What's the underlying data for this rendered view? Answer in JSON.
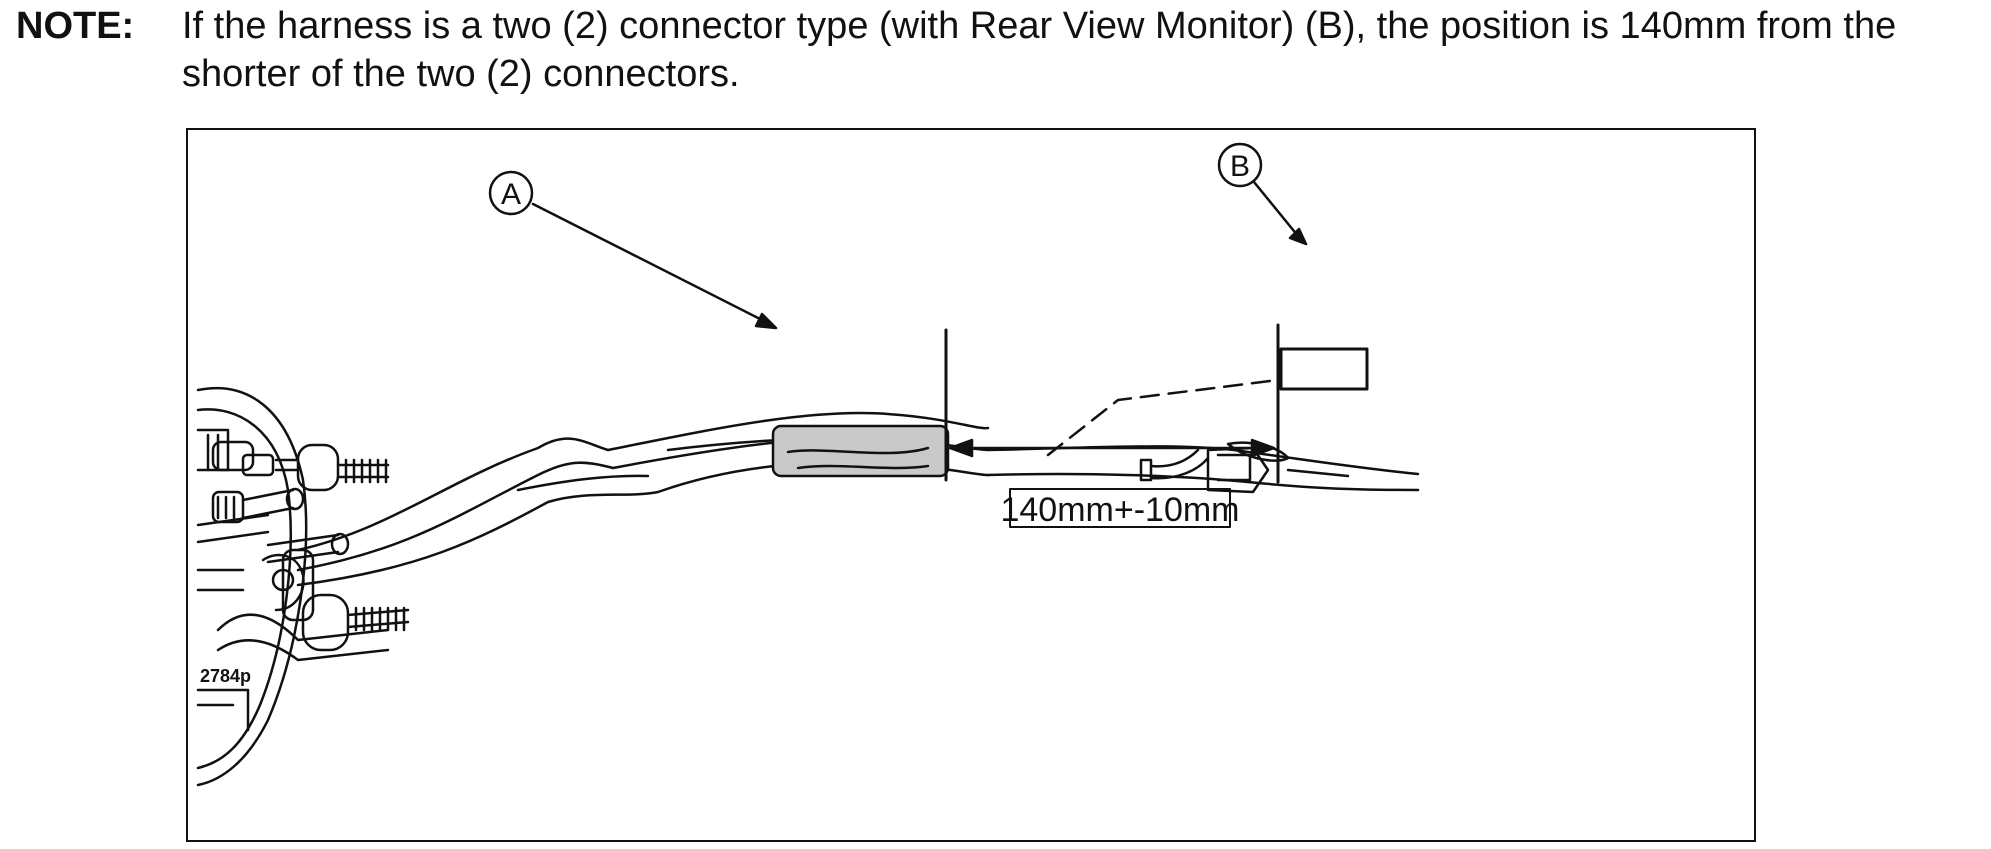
{
  "note": {
    "label": "NOTE:",
    "text": "If the harness is a two (2) connector type (with Rear View Monitor) (B), the position is 140mm from the shorter of the two (2) connectors."
  },
  "figure": {
    "callout_a": "A",
    "callout_b": "B",
    "dimension_label": "140mm+-10mm",
    "figure_id": "2784p"
  },
  "colors": {
    "line": "#111111",
    "tape_fill": "#c9c9c9"
  }
}
